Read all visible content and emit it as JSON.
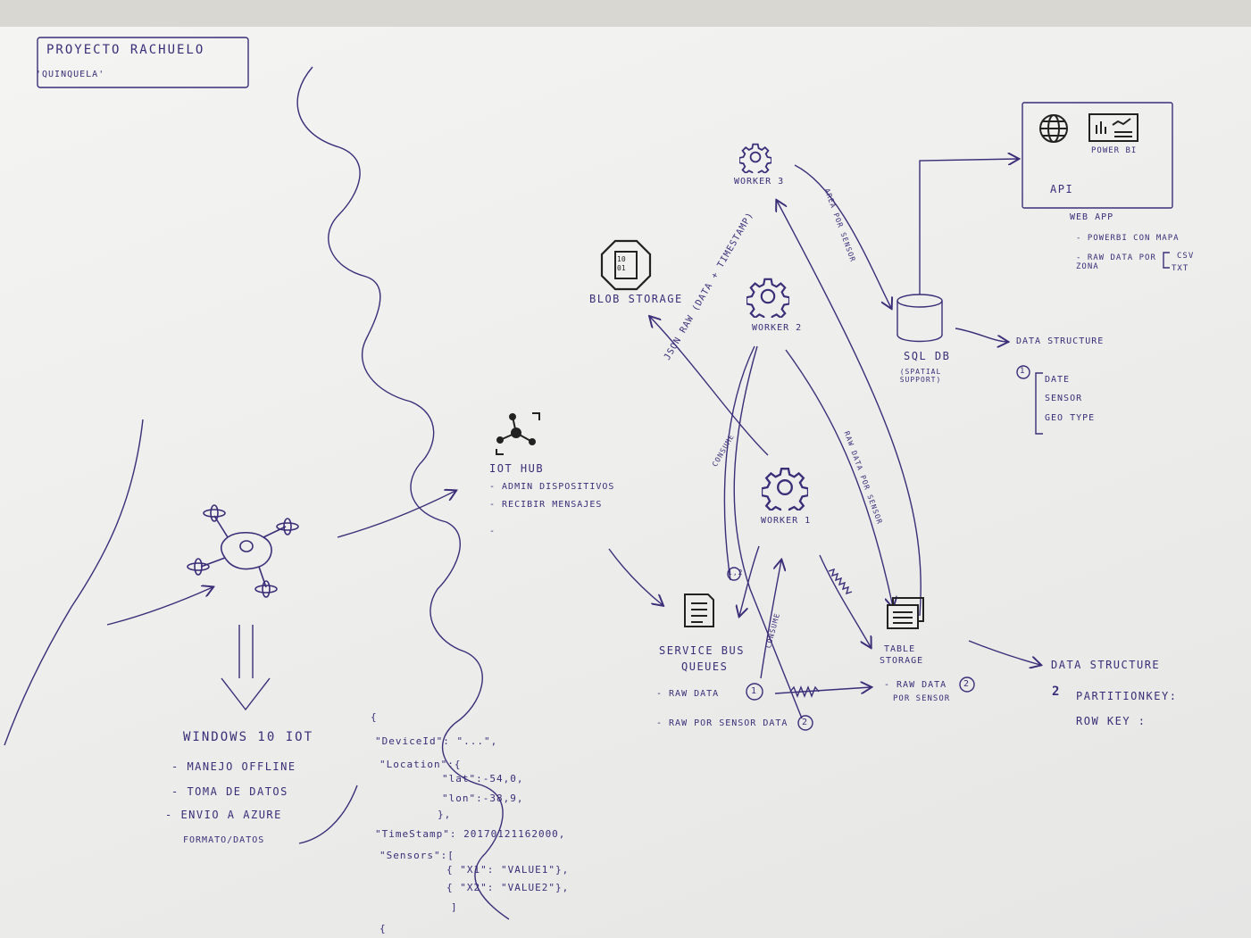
{
  "title_box": {
    "line1": "PROYECTO RACHUELO",
    "line2": "'QUINQUELA'"
  },
  "iot_hub": {
    "title": "IOT HUB",
    "items": [
      "- ADMIN DISPOSITIVOS",
      "- RECIBIR MENSAJES",
      "-"
    ]
  },
  "windows_iot": {
    "title": "WINDOWS 10 IOT",
    "items": [
      "- MANEJO OFFLINE",
      "- TOMA DE DATOS",
      "- ENVIO A AZURE"
    ],
    "note": "FORMATO/DATOS"
  },
  "json_sample": [
    "{",
    "\"DeviceId\": \"...\",",
    "\"Location\":{",
    "\"lat\":-54,0,",
    "\"lon\":-38,9,",
    "},",
    "\"TimeStamp\": 20170121162000,",
    "\"Sensors\":[",
    "{ \"X1\": \"VALUE1\"},",
    "{ \"X2\": \"VALUE2\"},",
    "]",
    "{"
  ],
  "blob_storage": {
    "label": "BLOB STORAGE",
    "icon_text": "10 01",
    "arrow_label": "JSON RAW (DATA + TIMESTAMP)"
  },
  "worker_3": {
    "label": "WORKER",
    "num": "3"
  },
  "worker_2": {
    "label": "WORKER",
    "num": "2"
  },
  "worker_1": {
    "label": "WORKER",
    "num": "1"
  },
  "arrows": {
    "area_sensor": "AREA POR SENSOR",
    "raw_sensor": "RAW DATA POR SENSOR",
    "consume1": "CONSUME",
    "consume2": "CONSUME",
    "q12": "1,2"
  },
  "sql_db": {
    "label": "SQL DB",
    "note": "(SPATIAL SUPPORT)"
  },
  "web_app": {
    "api": "API",
    "powerbi": "POWER BI",
    "title": "WEB APP",
    "items": [
      "- POWERBI CON MAPA",
      "- RAW DATA POR ZONA"
    ],
    "formats": [
      "CSV",
      "TXT"
    ]
  },
  "sql_struct": {
    "label": "DATA STRUCTURE",
    "num": "1",
    "items": [
      "DATE",
      "SENSOR",
      "GEO TYPE"
    ]
  },
  "service_bus": {
    "label1": "SERVICE BUS",
    "label2": "QUEUES",
    "items": [
      "- RAW DATA",
      "- RAW POR SENSOR DATA"
    ],
    "nums": [
      "1",
      "2"
    ]
  },
  "table_storage": {
    "label1": "TABLE",
    "label2": "STORAGE",
    "item": "- RAW DATA",
    "item2": "POR SENSOR",
    "num": "2"
  },
  "table_struct": {
    "label": "DATA STRUCTURE",
    "num": "2",
    "items": [
      "PARTITIONKEY:",
      "ROW KEY :"
    ]
  }
}
